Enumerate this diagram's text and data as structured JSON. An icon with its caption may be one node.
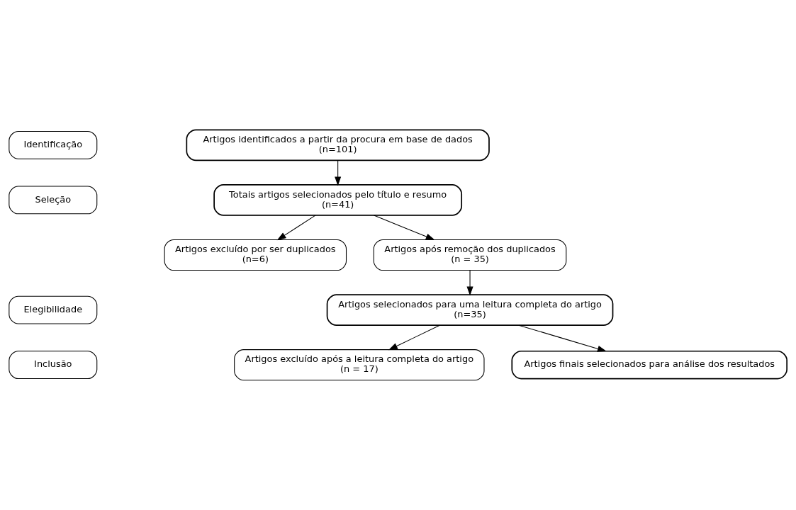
{
  "diagram": {
    "nodes": [
      {
        "text": [
          "Identificação"
        ]
      },
      {
        "text": [
          "Seleção"
        ]
      },
      {
        "text": [
          "Elegibilidade"
        ]
      },
      {
        "text": [
          "Inclusão"
        ]
      },
      {
        "text": [
          "Artigos identificados a partir da procura em base de dados",
          "(n=101)"
        ]
      },
      {
        "text": [
          "Totais artigos selecionados pelo título e resumo",
          "(n=41)"
        ]
      },
      {
        "text": [
          "Artigos excluído por ser duplicados",
          "(n=6)"
        ]
      },
      {
        "text": [
          "Artigos após remoção dos duplicados",
          "(n = 35)"
        ]
      },
      {
        "text": [
          "Artigos selecionados para uma leitura completa do artigo",
          "(n=35)"
        ]
      },
      {
        "text": [
          "Artigos excluído após a leitura completa do artigo",
          "(n = 17)"
        ]
      },
      {
        "text": [
          "Artigos finais selecionados para análise dos resultados"
        ]
      }
    ],
    "edges": [
      {
        "from": 4,
        "to": 5,
        "arrow": "to"
      },
      {
        "from": 5,
        "to": 7,
        "arrow": "to"
      },
      {
        "from": 5,
        "to": 6,
        "arrow": "to"
      },
      {
        "from": 7,
        "to": 8,
        "arrow": "to"
      },
      {
        "from": 8,
        "to": 9,
        "arrow": "to"
      },
      {
        "from": 8,
        "to": 10,
        "arrow": "to"
      }
    ]
  }
}
